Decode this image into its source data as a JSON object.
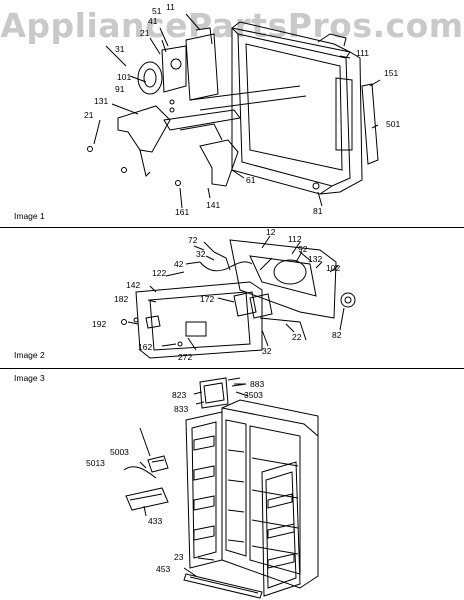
{
  "watermark": "AppliancePartsPros.com",
  "panels": [
    {
      "label": "Image 1",
      "callouts": [
        "11",
        "51",
        "41",
        "21",
        "31",
        "101",
        "91",
        "131",
        "21",
        "111",
        "151",
        "501",
        "61",
        "141",
        "161",
        "81"
      ]
    },
    {
      "label": "Image 2",
      "callouts": [
        "72",
        "12",
        "112",
        "92",
        "42",
        "32",
        "132",
        "122",
        "102",
        "142",
        "182",
        "172",
        "192",
        "82",
        "22",
        "162",
        "272",
        "32"
      ]
    },
    {
      "label": "Image 3",
      "callouts": [
        "883",
        "3503",
        "823",
        "833",
        "5003",
        "5013",
        "433",
        "23",
        "453"
      ]
    }
  ]
}
